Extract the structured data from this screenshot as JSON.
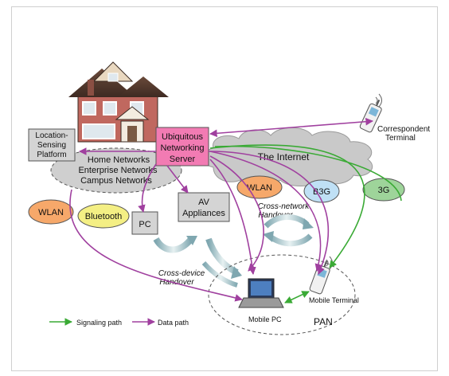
{
  "diagram": {
    "nodes": {
      "location_platform": [
        "Location-",
        "Sensing",
        "Platform"
      ],
      "ubiquitous_server": [
        "Ubiquitous",
        "Networking",
        "Server"
      ],
      "home_networks": [
        "Home Networks",
        "Enterprise Networks",
        "Campus Networks"
      ],
      "internet": "The Internet",
      "correspondent_terminal": [
        "Correspondent",
        "Terminal"
      ],
      "wlan_left": "WLAN",
      "bluetooth": "Bluetooth",
      "pc": "PC",
      "av_appliances": [
        "AV",
        "Appliances"
      ],
      "wlan_right": "WLAN",
      "b3g": "B3G",
      "g3": "3G",
      "cross_network": [
        "Cross-network",
        "Handover"
      ],
      "cross_device": [
        "Cross-device",
        "Handover"
      ],
      "mobile_pc": "Mobile PC",
      "mobile_terminal": "Mobile Terminal",
      "pan": "PAN"
    },
    "legend": {
      "signaling": "Signaling path",
      "data": "Data path"
    },
    "colors": {
      "signaling": "#3aaa35",
      "data": "#a0409f",
      "server_fill": "#f27bb3",
      "wlan_fill": "#f6a86a",
      "bluetooth_fill": "#f4ef84",
      "b3g_fill": "#bfe0f5",
      "g3_fill": "#9ed49a",
      "gray_box": "#d4d4d4",
      "cloud": "#c9c9c9"
    }
  }
}
